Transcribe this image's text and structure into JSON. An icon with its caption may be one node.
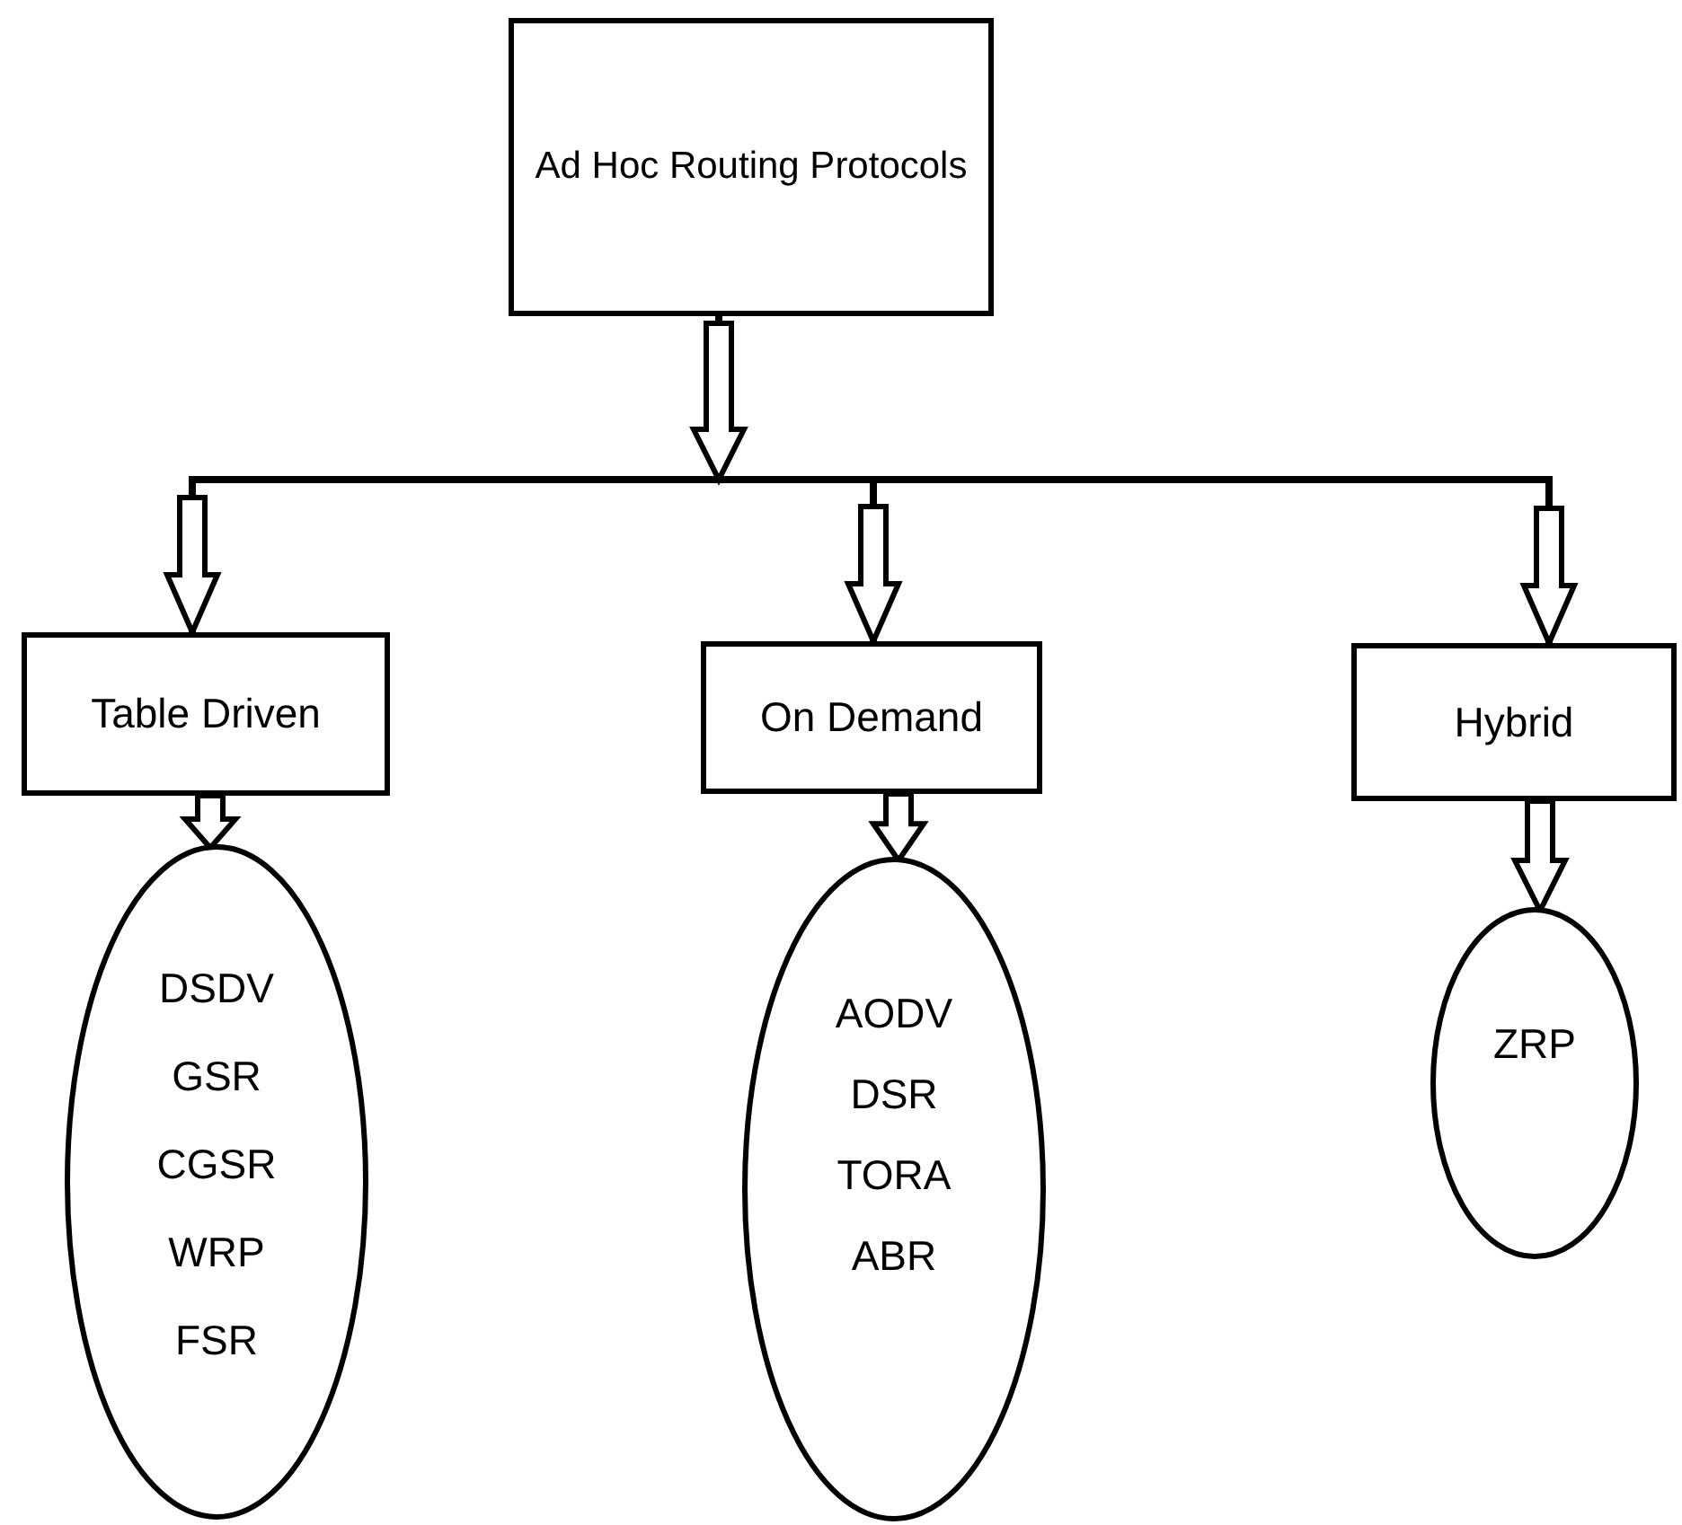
{
  "diagram": {
    "nodes": [
      {
        "text": [
          "Ad Hoc Routing Protocols"
        ]
      },
      {
        "text": [
          "Table Driven"
        ]
      },
      {
        "text": [
          "On Demand"
        ]
      },
      {
        "text": [
          "Hybrid"
        ]
      },
      {
        "text": [
          "DSDV",
          "GSR",
          "CGSR",
          "WRP",
          "FSR"
        ]
      },
      {
        "text": [
          "AODV",
          "DSR",
          "TORA",
          "ABR"
        ]
      },
      {
        "text": [
          "ZRP"
        ]
      }
    ],
    "edges": [
      {
        "from": 0,
        "to": 1,
        "arrow": "to"
      },
      {
        "from": 0,
        "to": 2,
        "arrow": "to"
      },
      {
        "from": 0,
        "to": 3,
        "arrow": "to"
      },
      {
        "from": 1,
        "to": 4,
        "arrow": "to"
      },
      {
        "from": 2,
        "to": 5,
        "arrow": "to"
      },
      {
        "from": 3,
        "to": 6,
        "arrow": "to"
      }
    ]
  }
}
